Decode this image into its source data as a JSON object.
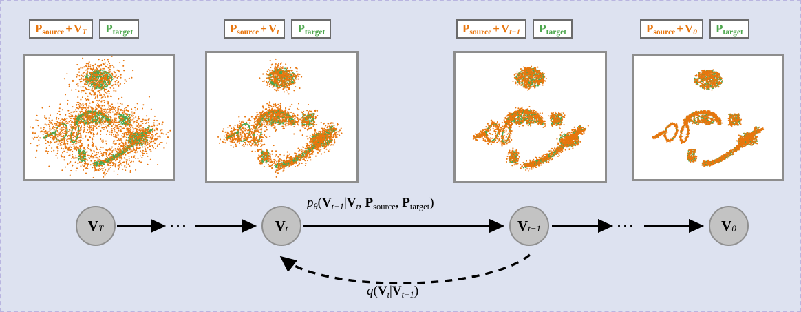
{
  "figure": {
    "type": "diffusion-process-diagram",
    "background_color": "#dde2f0",
    "border_color": "#b9b5e0",
    "source_color": "#E8760E",
    "target_color": "#4CA64C",
    "node_fill": "#c3c3c3",
    "node_stroke": "#8f8f8f",
    "panel_border": "#8d8d8d"
  },
  "panels": [
    {
      "id": "panel-T",
      "source_label": "P",
      "source_sub": "source",
      "plus": "+",
      "noise_var": "V",
      "noise_sub": "T",
      "target_label": "P",
      "target_sub": "target",
      "caption": "Psource + VT  /  Ptarget",
      "state": "fully noised",
      "spread": 1.0
    },
    {
      "id": "panel-t",
      "source_label": "P",
      "source_sub": "source",
      "plus": "+",
      "noise_var": "V",
      "noise_sub": "t",
      "target_label": "P",
      "target_sub": "target",
      "caption": "Psource + Vt  /  Ptarget",
      "state": "partially denoised",
      "spread": 0.42
    },
    {
      "id": "panel-t-1",
      "source_label": "P",
      "source_sub": "source",
      "plus": "+",
      "noise_var": "V",
      "noise_sub": "t−1",
      "target_label": "P",
      "target_sub": "target",
      "caption": "Psource + Vt−1  /  Ptarget",
      "state": "nearly denoised",
      "spread": 0.2
    },
    {
      "id": "panel-0",
      "source_label": "P",
      "source_sub": "source",
      "plus": "+",
      "noise_var": "V",
      "noise_sub": "0",
      "target_label": "P",
      "target_sub": "target",
      "caption": "Psource + V0  /  Ptarget",
      "state": "converged",
      "spread": 0.07
    }
  ],
  "chain": {
    "nodes": [
      {
        "id": "node-VT",
        "var": "V",
        "sub": "T"
      },
      {
        "id": "node-Vt",
        "var": "V",
        "sub": "t"
      },
      {
        "id": "node-Vt-1",
        "var": "V",
        "sub": "t−1"
      },
      {
        "id": "node-V0",
        "var": "V",
        "sub": "0"
      }
    ],
    "ellipses": [
      "⋯",
      "⋯"
    ],
    "reverse_formula": {
      "p": "p",
      "theta": "θ",
      "open": "(",
      "lhs_var": "V",
      "lhs_sub": "t−1",
      "bar": "|",
      "rhs_var": "V",
      "rhs_sub": "t",
      "comma1": ",",
      "cond1": "P",
      "cond1_sub": "source",
      "comma2": ",",
      "cond2": "P",
      "cond2_sub": "target",
      "close": ")",
      "plain": "pθ(Vt−1|Vt, Psource, Ptarget)"
    },
    "forward_formula": {
      "q": "q",
      "open": "(",
      "lhs_var": "V",
      "lhs_sub": "t",
      "bar": "|",
      "rhs_var": "V",
      "rhs_sub": "t−1",
      "close": ")",
      "plain": "q(Vt|Vt−1)"
    }
  }
}
